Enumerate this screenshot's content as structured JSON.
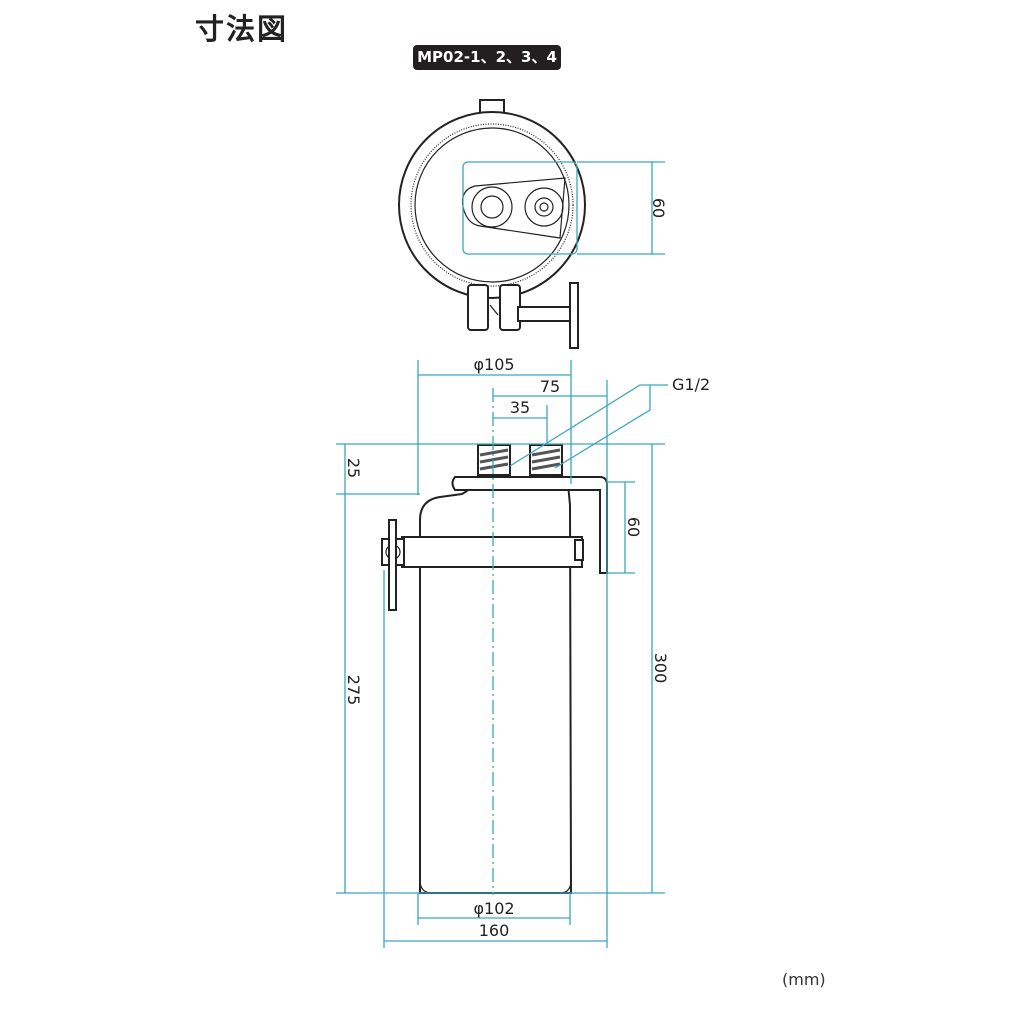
{
  "title": "寸法図",
  "model_badge": "MP02-1、2、3、4",
  "unit": "(mm)",
  "top_view": {
    "dim_60": "60"
  },
  "side_view": {
    "dia_105": "φ105",
    "dim_75": "75",
    "dim_35": "35",
    "thread": "G1/2",
    "dim_25": "25",
    "dim_60": "60",
    "dim_275": "275",
    "dim_300": "300",
    "dia_102": "φ102",
    "dim_160": "160"
  },
  "colors": {
    "dimension": "#3aa6c0",
    "outline": "#222222",
    "badge": "#231f20"
  }
}
